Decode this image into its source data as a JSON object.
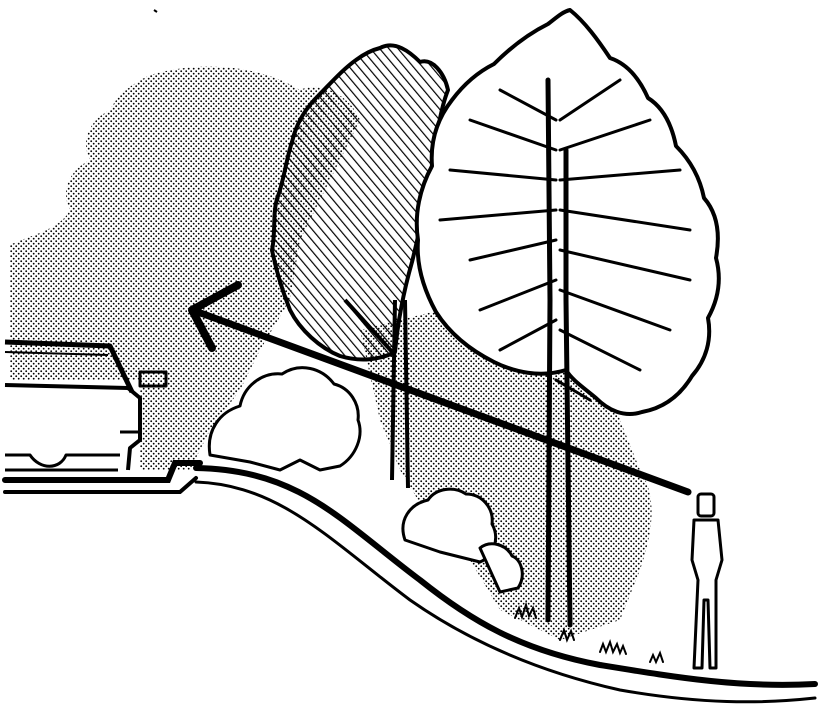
{
  "illustration": {
    "style": "black ink line drawing with stippled background",
    "colors": {
      "ink": "#000000",
      "paper": "#ffffff",
      "stipple": "#000000"
    },
    "elements": [
      "vehicle",
      "curb",
      "sloped-ground",
      "stippled-background",
      "hatched-tree",
      "deciduous-tree",
      "shrubs",
      "sightline-arrow",
      "standing-person"
    ]
  }
}
